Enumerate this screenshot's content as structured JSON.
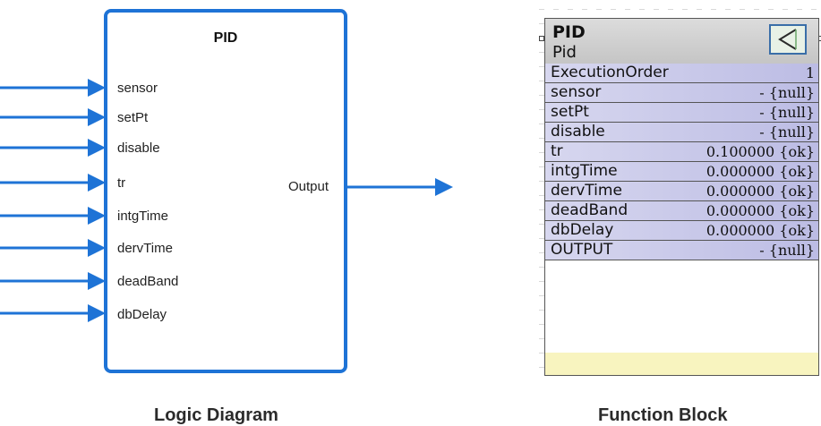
{
  "logic": {
    "title": "PID",
    "inputs": [
      "sensor",
      "setPt",
      "disable",
      "tr",
      "intgTime",
      "dervTime",
      "deadBand",
      "dbDelay"
    ],
    "output": "Output",
    "caption": "Logic Diagram",
    "color": "#1e73d6"
  },
  "function_block": {
    "title": "PID",
    "subtitle": "Pid",
    "rows": [
      {
        "name": "ExecutionOrder",
        "value": "1"
      },
      {
        "name": "sensor",
        "value": "- {null}"
      },
      {
        "name": "setPt",
        "value": "- {null}"
      },
      {
        "name": "disable",
        "value": "- {null}"
      },
      {
        "name": "tr",
        "value": "0.100000 {ok}"
      },
      {
        "name": "intgTime",
        "value": "0.000000 {ok}"
      },
      {
        "name": "dervTime",
        "value": "0.000000 {ok}"
      },
      {
        "name": "deadBand",
        "value": "0.000000 {ok}"
      },
      {
        "name": "dbDelay",
        "value": "0.000000 {ok}"
      },
      {
        "name": "OUTPUT",
        "value": "- {null}"
      }
    ],
    "caption": "Function Block",
    "icon": "pid-icon"
  }
}
